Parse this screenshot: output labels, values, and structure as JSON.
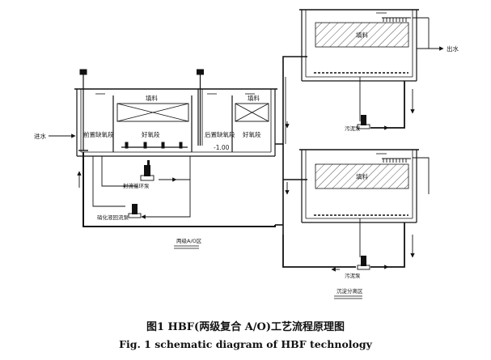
{
  "labels": {
    "inlet": "进水",
    "outlet": "出水",
    "pre_anoxic": "前置缺氧段",
    "filler_top": "填料",
    "aerobic_1": "好氧段",
    "post_anoxic": "后置缺氧段",
    "elevation": "-1.00",
    "filler_mid": "填料",
    "aerobic_2": "好氧段",
    "mixed_pump": "射流循环泵",
    "nitrate_pump": "硝化液回流泵",
    "two_stage_zone": "两级A/O区",
    "filler_tank1": "填料",
    "filler_tank2": "填料",
    "sludge_pump_1": "污泥泵",
    "sludge_pump_2": "污泥泵",
    "settling_zone": "沉淀分离区"
  },
  "caption": {
    "cn": "图1 HBF(两级复合 A/O)工艺流程原理图",
    "en": "Fig. 1 schematic diagram of HBF technology"
  }
}
